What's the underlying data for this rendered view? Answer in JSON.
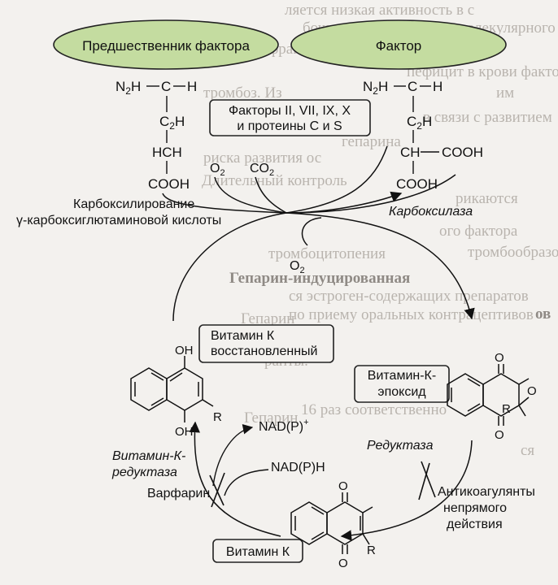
{
  "nodes": {
    "precursor": "Предшественник фактора",
    "factor": "Фактор",
    "factors_box_line1": "Факторы II, VII, IX, X",
    "factors_box_line2": "и протеины С и S",
    "vitk_reduced_line1": "Витамин К",
    "vitk_reduced_line2": "восстановленный",
    "vitk_epoxide_line1": "Витамин-К-",
    "vitk_epoxide_line2": "эпоксид",
    "vitk": "Витамин К"
  },
  "labels": {
    "carboxylation_line1": "Карбоксилирование",
    "carboxylation_line2": "γ-карбоксиглютаминовой кислоты",
    "carboxylase": "Карбоксилаза",
    "reductase": "Редуктаза",
    "vitk_reductase_line1": "Витамин-К-",
    "vitk_reductase_line2": "редуктаза",
    "warfarin": "Варфарин",
    "anticoag_line1": "Антикоагулянты",
    "anticoag_line2": "непрямого",
    "anticoag_line3": "действия",
    "nadp_plus": "NAD(P)",
    "nadp_plus_sup": "+",
    "nadph": "NAD(P)H",
    "o2_top": "O",
    "o2_sub": "2",
    "co2": "CO",
    "co2_sub": "2",
    "o2_mid": "O",
    "o2_mid_sub": "2"
  },
  "precursor_struct": {
    "n2h": "N",
    "n2h_sub": "2",
    "n2h_h": "H",
    "c_top": "C",
    "h_right": "H",
    "c2h": "C",
    "c2h_sub": "2",
    "c2h_h": "H",
    "hch": "HCH",
    "cooh": "COOH"
  },
  "factor_struct": {
    "n2h": "N",
    "n2h_sub": "2",
    "n2h_h": "H",
    "c_top": "C",
    "h_right": "H",
    "c2h": "C",
    "c2h_sub": "2",
    "c2h_h": "H",
    "ch": "CH",
    "cooh_right": "COOH",
    "cooh_bottom": "COOH"
  },
  "ring_labels": {
    "oh_top": "OH",
    "oh_bottom": "OH",
    "r_hydroquinone": "R",
    "o_epox_top": "O",
    "o_epox_bottom": "O",
    "o_epox_ring": "O",
    "r_epoxide": "R",
    "o_quin_top": "O",
    "o_quin_bottom": "O",
    "r_quinone": "R"
  },
  "background_text": [
    "ляется низкая активность в с",
    "бочка гепарина, высокомолекулярного",
    "фракционированного, или",
    "пефицит в крови фактора",
    "тромбоз. Из",
    "в связи с развитием",
    "риска развития ос",
    "Длительный контроль",
    "тромбоцитопения",
    "Гепарин-индуцированная",
    "рикаются",
    "гепарина",
    "им",
    "ого фактора",
    "тромбообразова",
    "Гепарин",
    "ранты.",
    "Гепарин",
    "ся",
    "ся эстроген-содержащих препаратов",
    "по приему оральных контрацептивов",
    "ов",
    "16 раз соответственно"
  ],
  "colors": {
    "ellipse_fill": "#c4dca0",
    "box_stroke": "#222222",
    "arrow": "#111111",
    "page_bg": "#f3f1ee"
  }
}
